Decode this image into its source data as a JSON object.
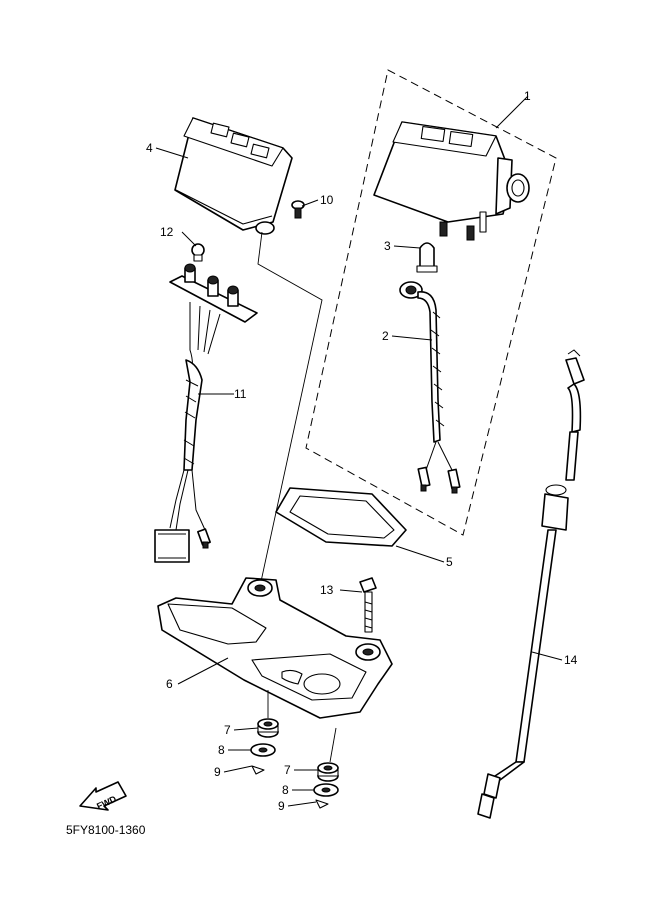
{
  "diagram_code": "5FY8100-1360",
  "fwd_label": "FWD",
  "callouts": [
    {
      "id": "1",
      "label": "1"
    },
    {
      "id": "2",
      "label": "2"
    },
    {
      "id": "3",
      "label": "3"
    },
    {
      "id": "4",
      "label": "4"
    },
    {
      "id": "5",
      "label": "5"
    },
    {
      "id": "6",
      "label": "6"
    },
    {
      "id": "7a",
      "label": "7"
    },
    {
      "id": "7b",
      "label": "7"
    },
    {
      "id": "8a",
      "label": "8"
    },
    {
      "id": "8b",
      "label": "8"
    },
    {
      "id": "9a",
      "label": "9"
    },
    {
      "id": "9b",
      "label": "9"
    },
    {
      "id": "10",
      "label": "10"
    },
    {
      "id": "11",
      "label": "11"
    },
    {
      "id": "12",
      "label": "12"
    },
    {
      "id": "13",
      "label": "13"
    },
    {
      "id": "14",
      "label": "14"
    }
  ]
}
